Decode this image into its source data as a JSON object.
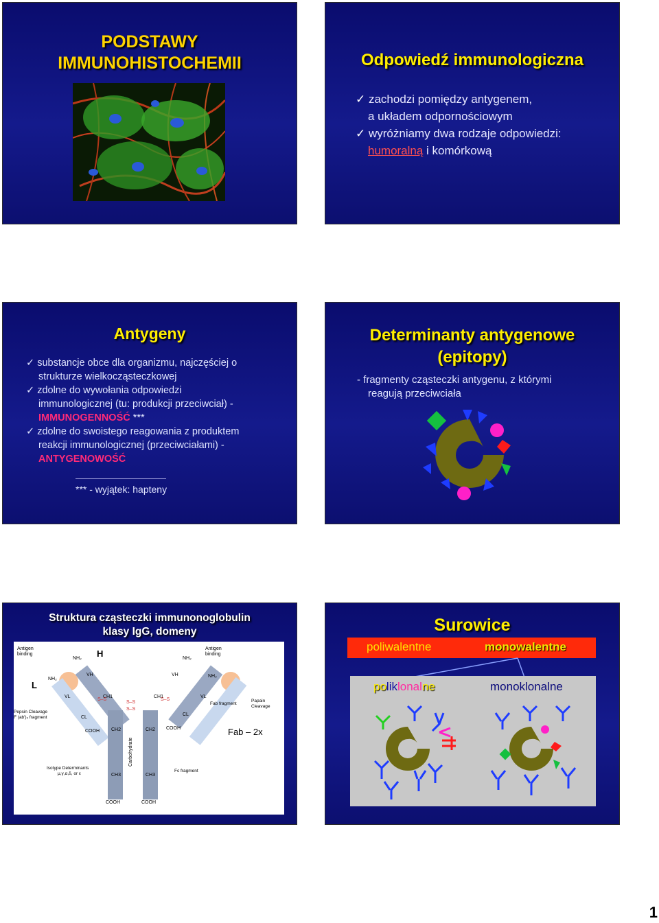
{
  "slides": {
    "s1": {
      "title_l1": "PODSTAWY",
      "title_l2": "IMMUNOHISTOCHEMII"
    },
    "s2": {
      "title": "Odpowiedź immunologiczna",
      "b1_l1": "zachodzi pomiędzy antygenem,",
      "b1_l2": "a układem odpornościowym",
      "b2_l1": "wyróżniamy dwa rodzaje odpowiedzi:",
      "b2_l2a": "humoralną",
      "b2_l2b": " i komórkową"
    },
    "s3": {
      "title": "Antygeny",
      "b1_l1": "substancje obce dla organizmu, najczęściej o",
      "b1_l2": "strukturze wielkocząsteczkowej",
      "b2_l1": "zdolne do wywołania odpowiedzi",
      "b2_l2": "immunologicznej (tu: produkcji przeciwciał) -",
      "b2_l3a": "IMMUNOGENNOŚĆ",
      "b2_l3b": " ***",
      "b3_l1": "zdolne do swoistego reagowania z produktem",
      "b3_l2": "reakcji immunologicznej (przeciwciałami) -",
      "b3_l3": "ANTYGENOWOŚĆ",
      "footnote": "*** - wyjątek: hapteny"
    },
    "s4": {
      "title_l1": "Determinanty antygenowe",
      "title_l2": "(epitopy)",
      "t_l1": "- fragmenty cząsteczki antygenu, z którymi",
      "t_l2": "reagują przeciwciała"
    },
    "s5": {
      "title_l1": "Struktura cząsteczki immunonoglobulin",
      "title_l2": "klasy IgG, domeny",
      "L": "L",
      "H": "H",
      "fab": "Fab – 2x",
      "antigen_binding_l": "Antigen",
      "antigen_binding_l2": "binding",
      "nh2": "NH₂",
      "vh": "VH",
      "vl": "VL",
      "ch1": "CH1",
      "cl": "CL",
      "ch2": "CH2",
      "ch3": "CH3",
      "cooh": "COOH",
      "carbo": "Carbohydrate",
      "ss": "S–S",
      "pepsin_l1": "Pepsin Cleavage",
      "pepsin_l2": "F (ab')₂ fragment",
      "fab_fragment": "Fab fragment",
      "papain_l1": "Papain",
      "papain_l2": "Cleavage",
      "isotype_l1": "Isotype Determinants",
      "isotype_l2": "μ,γ,α,δ, or ε",
      "fc_fragment": "Fc fragment"
    },
    "s6": {
      "title": "Surowice",
      "poli": "poliwalentne",
      "mono": "monowalentne",
      "polik_1": "po",
      "polik_2": "li",
      "polik_3": "k",
      "polik_4": "lonal",
      "polik_5": "ne",
      "monok": "monoklonalne"
    }
  },
  "page_number": "1",
  "colors": {
    "slide_bg": "#10137e",
    "title_yellow": "#ffd400",
    "accent_pink": "#ff2a78",
    "antigen_olive": "#6e6a12"
  }
}
